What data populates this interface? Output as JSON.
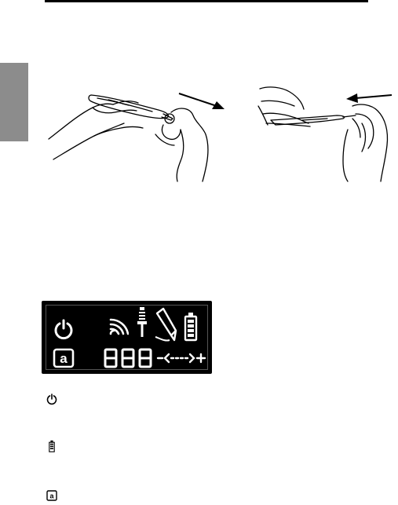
{
  "figures": [
    {
      "name": "pen-removal-illustration",
      "direction": "pull-right"
    },
    {
      "name": "pen-insertion-illustration",
      "direction": "push-left"
    }
  ],
  "lcd_panel": {
    "segment_digits": "888",
    "scale_indicator": "-<---->+",
    "indicators": [
      "power-icon",
      "wireless-signal-icon",
      "usb-plug-icon",
      "pen-icon",
      "battery-icon",
      "auto-mode-icon"
    ]
  },
  "legend": [
    {
      "icon": "power-icon"
    },
    {
      "icon": "battery-icon"
    },
    {
      "icon": "auto-mode-icon"
    }
  ],
  "colors": {
    "lcd_background": "#000000",
    "lcd_segments": "#ffffff",
    "side_tab": "#8c8c8c"
  }
}
